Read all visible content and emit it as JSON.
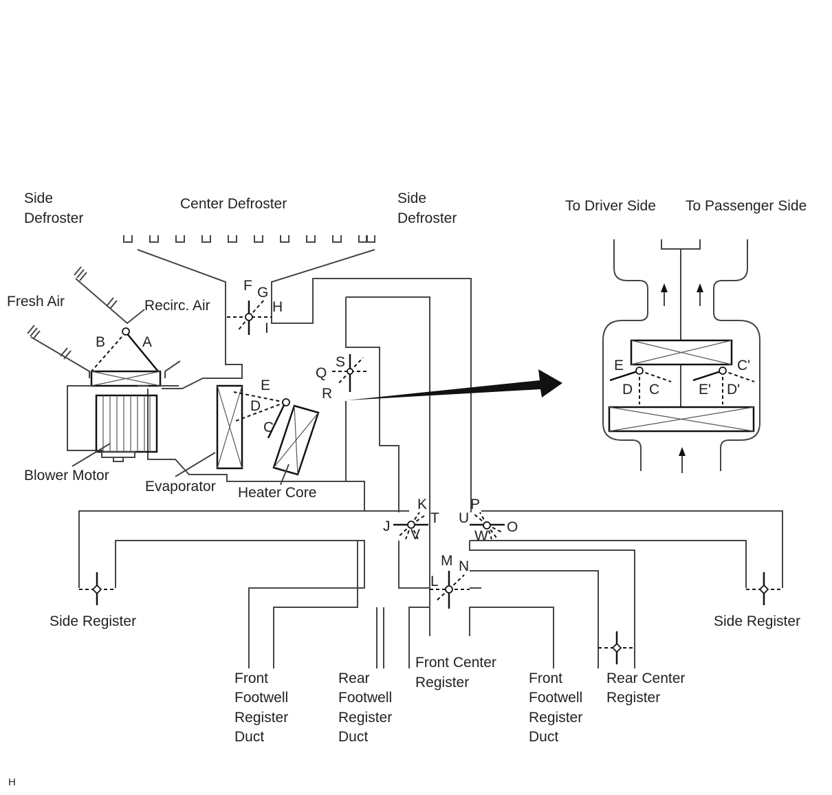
{
  "labels": {
    "side_defroster_left": [
      "Side",
      "Defroster"
    ],
    "center_defroster": "Center Defroster",
    "side_defroster_right": [
      "Side",
      "Defroster"
    ],
    "to_driver_side": "To Driver Side",
    "to_passenger_side": "To Passenger Side",
    "fresh_air": "Fresh Air",
    "recirc_air": "Recirc. Air",
    "blower_motor": "Blower Motor",
    "evaporator": "Evaporator",
    "heater_core": "Heater Core",
    "side_register_left": "Side Register",
    "side_register_right": "Side Register",
    "front_footwell_left": [
      "Front",
      "Footwell",
      "Register",
      "Duct"
    ],
    "rear_footwell": [
      "Rear",
      "Footwell",
      "Register",
      "Duct"
    ],
    "front_center_register": [
      "Front Center",
      "Register"
    ],
    "front_footwell_right": [
      "Front",
      "Footwell",
      "Register",
      "Duct"
    ],
    "rear_center_register": [
      "Rear Center",
      "Register"
    ],
    "corner_mark": "H"
  },
  "damper_letters": {
    "A": "A",
    "B": "B",
    "C": "C",
    "D": "D",
    "E": "E",
    "F": "F",
    "G": "G",
    "H": "H",
    "I": "I",
    "J": "J",
    "K": "K",
    "L": "L",
    "M": "M",
    "N": "N",
    "O": "O",
    "P": "P",
    "Q": "Q",
    "R": "R",
    "S": "S",
    "T": "T",
    "U": "U",
    "V": "V",
    "W": "W"
  },
  "detail_letters": {
    "E": "E",
    "D": "D",
    "C": "C",
    "C_prime": "C'",
    "E_prime": "E'",
    "D_prime": "D'"
  }
}
